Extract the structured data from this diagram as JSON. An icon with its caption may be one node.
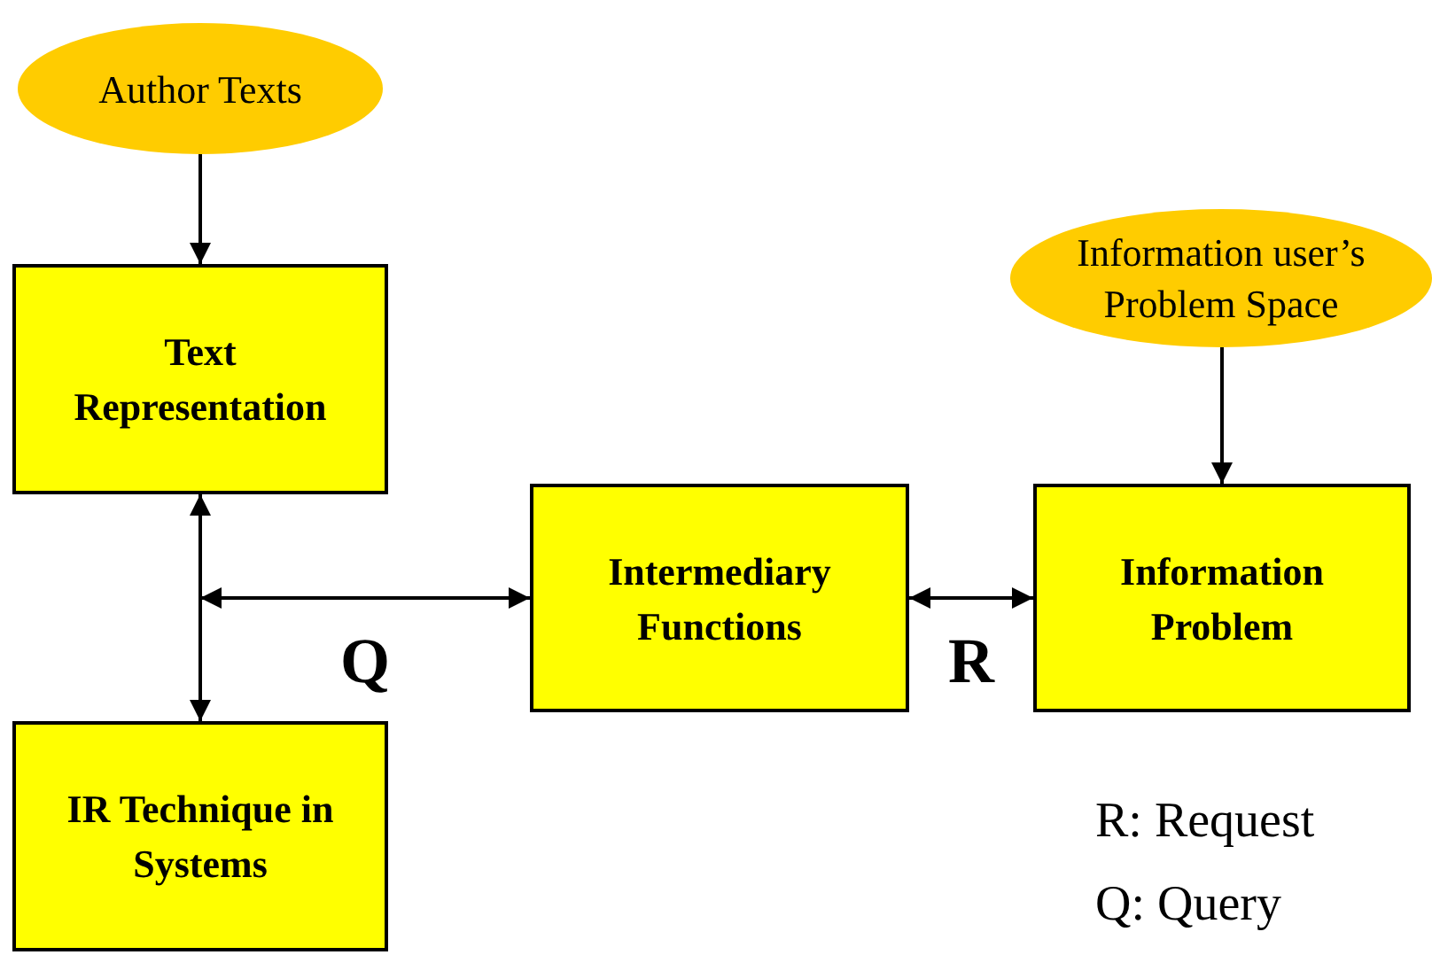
{
  "diagram": {
    "nodes": [
      {
        "text": [
          "Author Texts"
        ]
      },
      {
        "text": [
          "Text Representation"
        ]
      },
      {
        "text": [
          "Information user’s Problem Space"
        ]
      },
      {
        "text": [
          "Intermediary Functions"
        ]
      },
      {
        "text": [
          "Information Problem"
        ]
      },
      {
        "text": [
          "IR Technique in Systems"
        ]
      }
    ],
    "edges": [
      {
        "from": 0,
        "to": 1,
        "arrow": "to"
      },
      {
        "from": 2,
        "to": 4,
        "arrow": "to"
      },
      {
        "from": 1,
        "to": 5,
        "arrow": "both"
      },
      {
        "from": null,
        "to": 3,
        "arrow": "both",
        "label": "Q"
      },
      {
        "from": 3,
        "to": 4,
        "arrow": "both",
        "label": "R"
      }
    ],
    "labels": [
      "R: Request",
      "Q: Query"
    ]
  }
}
